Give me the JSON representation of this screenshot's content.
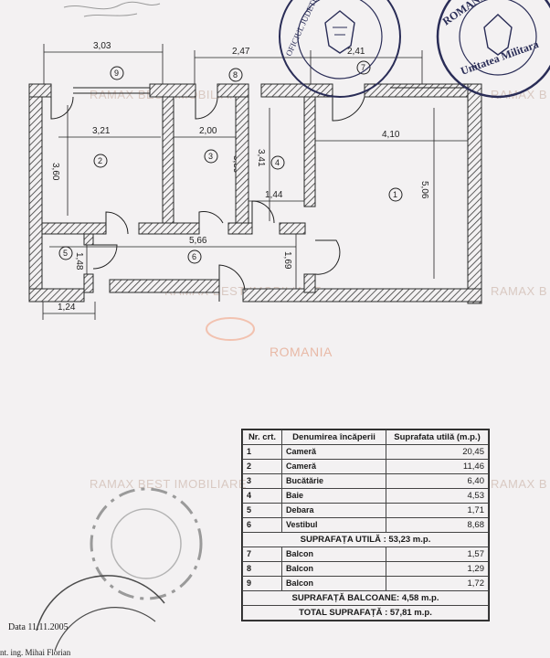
{
  "plan": {
    "dimensions": {
      "top_left": "3,03",
      "top_middle": "2,47",
      "top_right": "2,41",
      "room2_width": "3,21",
      "room2_height": "3,60",
      "room3_width": "2,00",
      "room3_height": "3,39",
      "room4_height": "3,41",
      "room4_width": "1,44",
      "room1_width": "4,10",
      "room1_height": "5,06",
      "vestibul_width": "5,66",
      "room5_height": "1,48",
      "vestibul_height": "1,69",
      "bottom_left": "1,24"
    },
    "room_numbers": [
      "1",
      "2",
      "3",
      "4",
      "5",
      "6",
      "7",
      "8",
      "9"
    ]
  },
  "watermarks": {
    "brand": "RAMAX BEST IMOBILIARE",
    "brand_short": "RAMAX B",
    "country": "ROMANIA"
  },
  "stamps": {
    "top_right_arc": "ROMANIA",
    "top_right_lower": "Unitatea Militara",
    "top_center_text": "OFICIUL JUDETEAN DE CADASTRU"
  },
  "table": {
    "headers": {
      "nr": "Nr. crt.",
      "name": "Denumirea încăperii",
      "area": "Suprafata utilă (m.p.)"
    },
    "rooms": [
      {
        "nr": "1",
        "name": "Cameră",
        "area": "20,45"
      },
      {
        "nr": "2",
        "name": "Cameră",
        "area": "11,46"
      },
      {
        "nr": "3",
        "name": "Bucătărie",
        "area": "6,40"
      },
      {
        "nr": "4",
        "name": "Baie",
        "area": "4,53"
      },
      {
        "nr": "5",
        "name": "Debara",
        "area": "1,71"
      },
      {
        "nr": "6",
        "name": "Vestibul",
        "area": "8,68"
      }
    ],
    "useful_total": "SUPRAFAȚA UTILĂ : 53,23 m.p.",
    "balconies": [
      {
        "nr": "7",
        "name": "Balcon",
        "area": "1,57"
      },
      {
        "nr": "8",
        "name": "Balcon",
        "area": "1,29"
      },
      {
        "nr": "9",
        "name": "Balcon",
        "area": "1,72"
      }
    ],
    "balcony_total": "SUPRAFAȚĂ BALCOANE: 4,58 m.p.",
    "grand_total": "TOTAL SUPRAFAȚĂ : 57,81 m.p."
  },
  "footer": {
    "date": "Data 11.11.2005",
    "signer": "nt. ing. Mihai Florian"
  },
  "colors": {
    "wall": "#3a3a3a",
    "stamp_blue": "#2a2d57",
    "watermark": "#d9c9c2",
    "background": "#f3f1f2"
  }
}
